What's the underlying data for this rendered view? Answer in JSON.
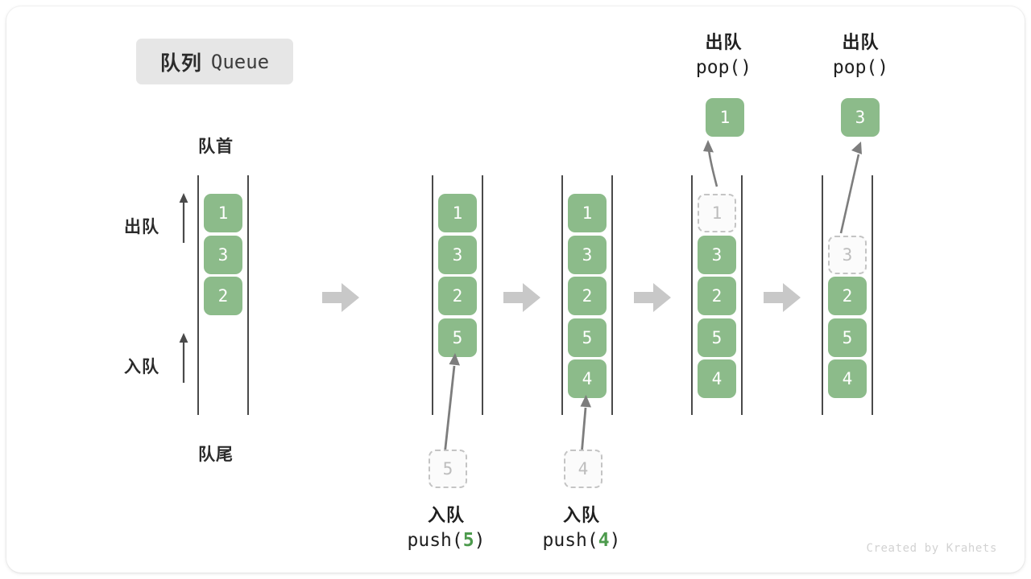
{
  "title": {
    "cn": "队列",
    "en": "Queue"
  },
  "labels": {
    "head": "队首",
    "tail": "队尾",
    "dequeue": "出队",
    "enqueue": "入队"
  },
  "colors": {
    "cell_green": "#8cbb8a",
    "ghost_border": "#c4c4c4",
    "ghost_text": "#bdbdbd",
    "rail": "#4a4a4a",
    "arrow_gray": "#c8c8c8",
    "code_accent": "#4c9a4c",
    "badge_bg": "#e6e6e6"
  },
  "columns": [
    {
      "name": "state-initial",
      "cells": [
        {
          "value": "1",
          "state": "solid",
          "slot": 0
        },
        {
          "value": "3",
          "state": "solid",
          "slot": 1
        },
        {
          "value": "2",
          "state": "solid",
          "slot": 2
        }
      ]
    },
    {
      "name": "state-after-push-5",
      "cells": [
        {
          "value": "1",
          "state": "solid",
          "slot": 0
        },
        {
          "value": "3",
          "state": "solid",
          "slot": 1
        },
        {
          "value": "2",
          "state": "solid",
          "slot": 2
        },
        {
          "value": "5",
          "state": "solid",
          "slot": 3
        }
      ]
    },
    {
      "name": "state-after-push-4",
      "cells": [
        {
          "value": "1",
          "state": "solid",
          "slot": 0
        },
        {
          "value": "3",
          "state": "solid",
          "slot": 1
        },
        {
          "value": "2",
          "state": "solid",
          "slot": 2
        },
        {
          "value": "5",
          "state": "solid",
          "slot": 3
        },
        {
          "value": "4",
          "state": "solid",
          "slot": 4
        }
      ]
    },
    {
      "name": "state-after-pop-1",
      "cells": [
        {
          "value": "1",
          "state": "ghost",
          "slot": 0
        },
        {
          "value": "3",
          "state": "solid",
          "slot": 1
        },
        {
          "value": "2",
          "state": "solid",
          "slot": 2
        },
        {
          "value": "5",
          "state": "solid",
          "slot": 3
        },
        {
          "value": "4",
          "state": "solid",
          "slot": 4
        }
      ]
    },
    {
      "name": "state-after-pop-3",
      "cells": [
        {
          "value": "3",
          "state": "ghost",
          "slot": 1
        },
        {
          "value": "2",
          "state": "solid",
          "slot": 2
        },
        {
          "value": "5",
          "state": "solid",
          "slot": 3
        },
        {
          "value": "4",
          "state": "solid",
          "slot": 4
        }
      ]
    }
  ],
  "operations": {
    "push_5": {
      "cn": "入队",
      "code_prefix": "push(",
      "code_num": "5",
      "code_suffix": ")",
      "ghost_value": "5"
    },
    "push_4": {
      "cn": "入队",
      "code_prefix": "push(",
      "code_num": "4",
      "code_suffix": ")",
      "ghost_value": "4"
    },
    "pop_1": {
      "cn": "出队",
      "code": "pop()",
      "popped_value": "1"
    },
    "pop_3": {
      "cn": "出队",
      "code": "pop()",
      "popped_value": "3"
    }
  },
  "credit": "Created by Krahets"
}
